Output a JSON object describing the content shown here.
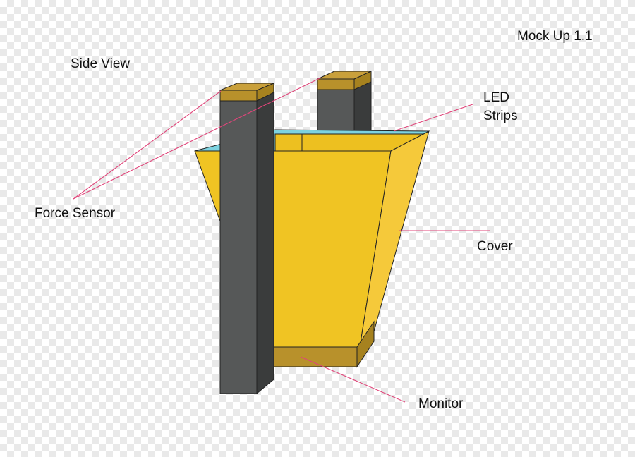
{
  "labels": {
    "mockup": "Mock Up 1.1",
    "side_view": "Side View",
    "led_line1": "LED",
    "led_line2": "Strips",
    "force_sensor": "Force Sensor",
    "cover": "Cover",
    "monitor": "Monitor"
  },
  "colors": {
    "cover_front": "#F0C423",
    "cover_side": "#F5C93A",
    "cover_inner": "#EDC020",
    "monitor": "#B8912B",
    "sensor_cap": "#B8912B",
    "post_front": "#565858",
    "post_side": "#3A3C3C",
    "led": "#7DD3E0",
    "leader_line": "#E0457A"
  }
}
